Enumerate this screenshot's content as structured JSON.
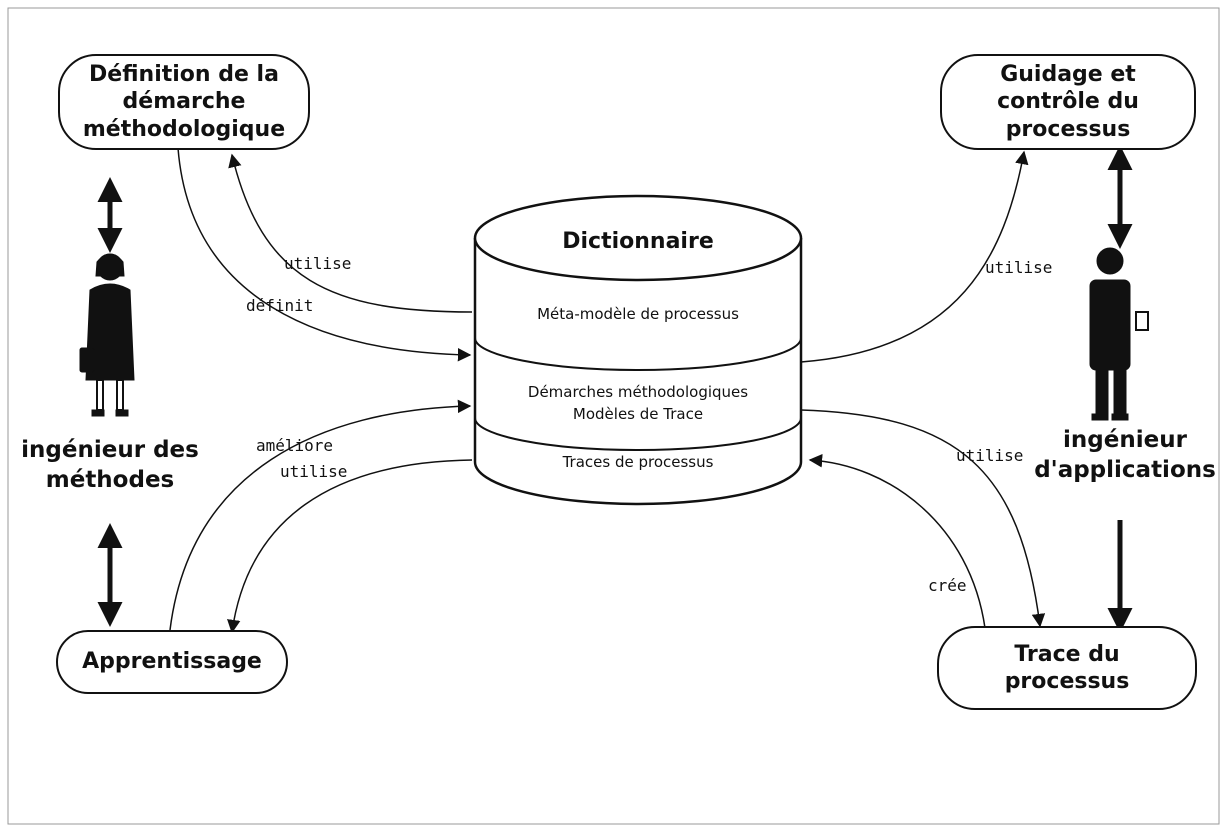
{
  "nodes": {
    "definition": [
      "Définition de la",
      "démarche",
      "méthodologique"
    ],
    "guidage": [
      "Guidage et",
      "contrôle du",
      "processus"
    ],
    "apprentissage": [
      "Apprentissage"
    ],
    "trace": [
      "Trace du",
      "processus"
    ]
  },
  "dictionary": {
    "title": "Dictionnaire",
    "section1": "Méta-modèle de processus",
    "section2_line1": "Démarches méthodologiques",
    "section2_line2": "Modèles de Trace",
    "section3": "Traces de processus"
  },
  "actors": {
    "methods_engineer": [
      "ingénieur des",
      "méthodes"
    ],
    "app_engineer": [
      "ingénieur",
      "d'applications"
    ]
  },
  "edge_labels": {
    "utilise_top_left": "utilise",
    "definit": "définit",
    "ameliore": "améliore",
    "utilise_bottom_left": "utilise",
    "utilise_top_right": "utilise",
    "utilise_bottom_right": "utilise",
    "cree": "crée"
  }
}
